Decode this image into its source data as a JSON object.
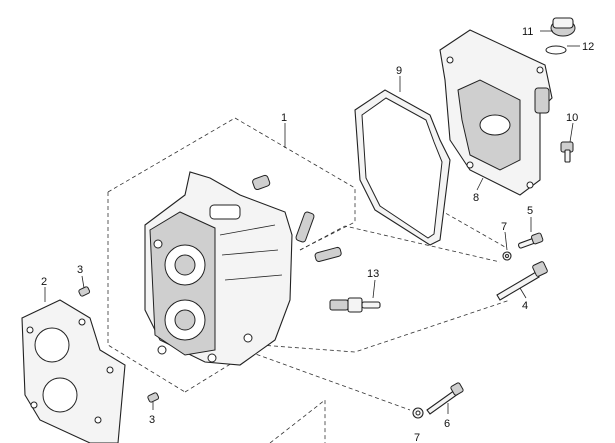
{
  "diagram": {
    "callouts": [
      {
        "id": "c1",
        "label": "1"
      },
      {
        "id": "c2",
        "label": "2"
      },
      {
        "id": "c3a",
        "label": "3"
      },
      {
        "id": "c3b",
        "label": "3"
      },
      {
        "id": "c4",
        "label": "4"
      },
      {
        "id": "c5",
        "label": "5"
      },
      {
        "id": "c6",
        "label": "6"
      },
      {
        "id": "c7a",
        "label": "7"
      },
      {
        "id": "c7b",
        "label": "7"
      },
      {
        "id": "c8",
        "label": "8"
      },
      {
        "id": "c9",
        "label": "9"
      },
      {
        "id": "c10",
        "label": "10"
      },
      {
        "id": "c11",
        "label": "11"
      },
      {
        "id": "c12",
        "label": "12"
      },
      {
        "id": "c13",
        "label": "13"
      }
    ]
  }
}
